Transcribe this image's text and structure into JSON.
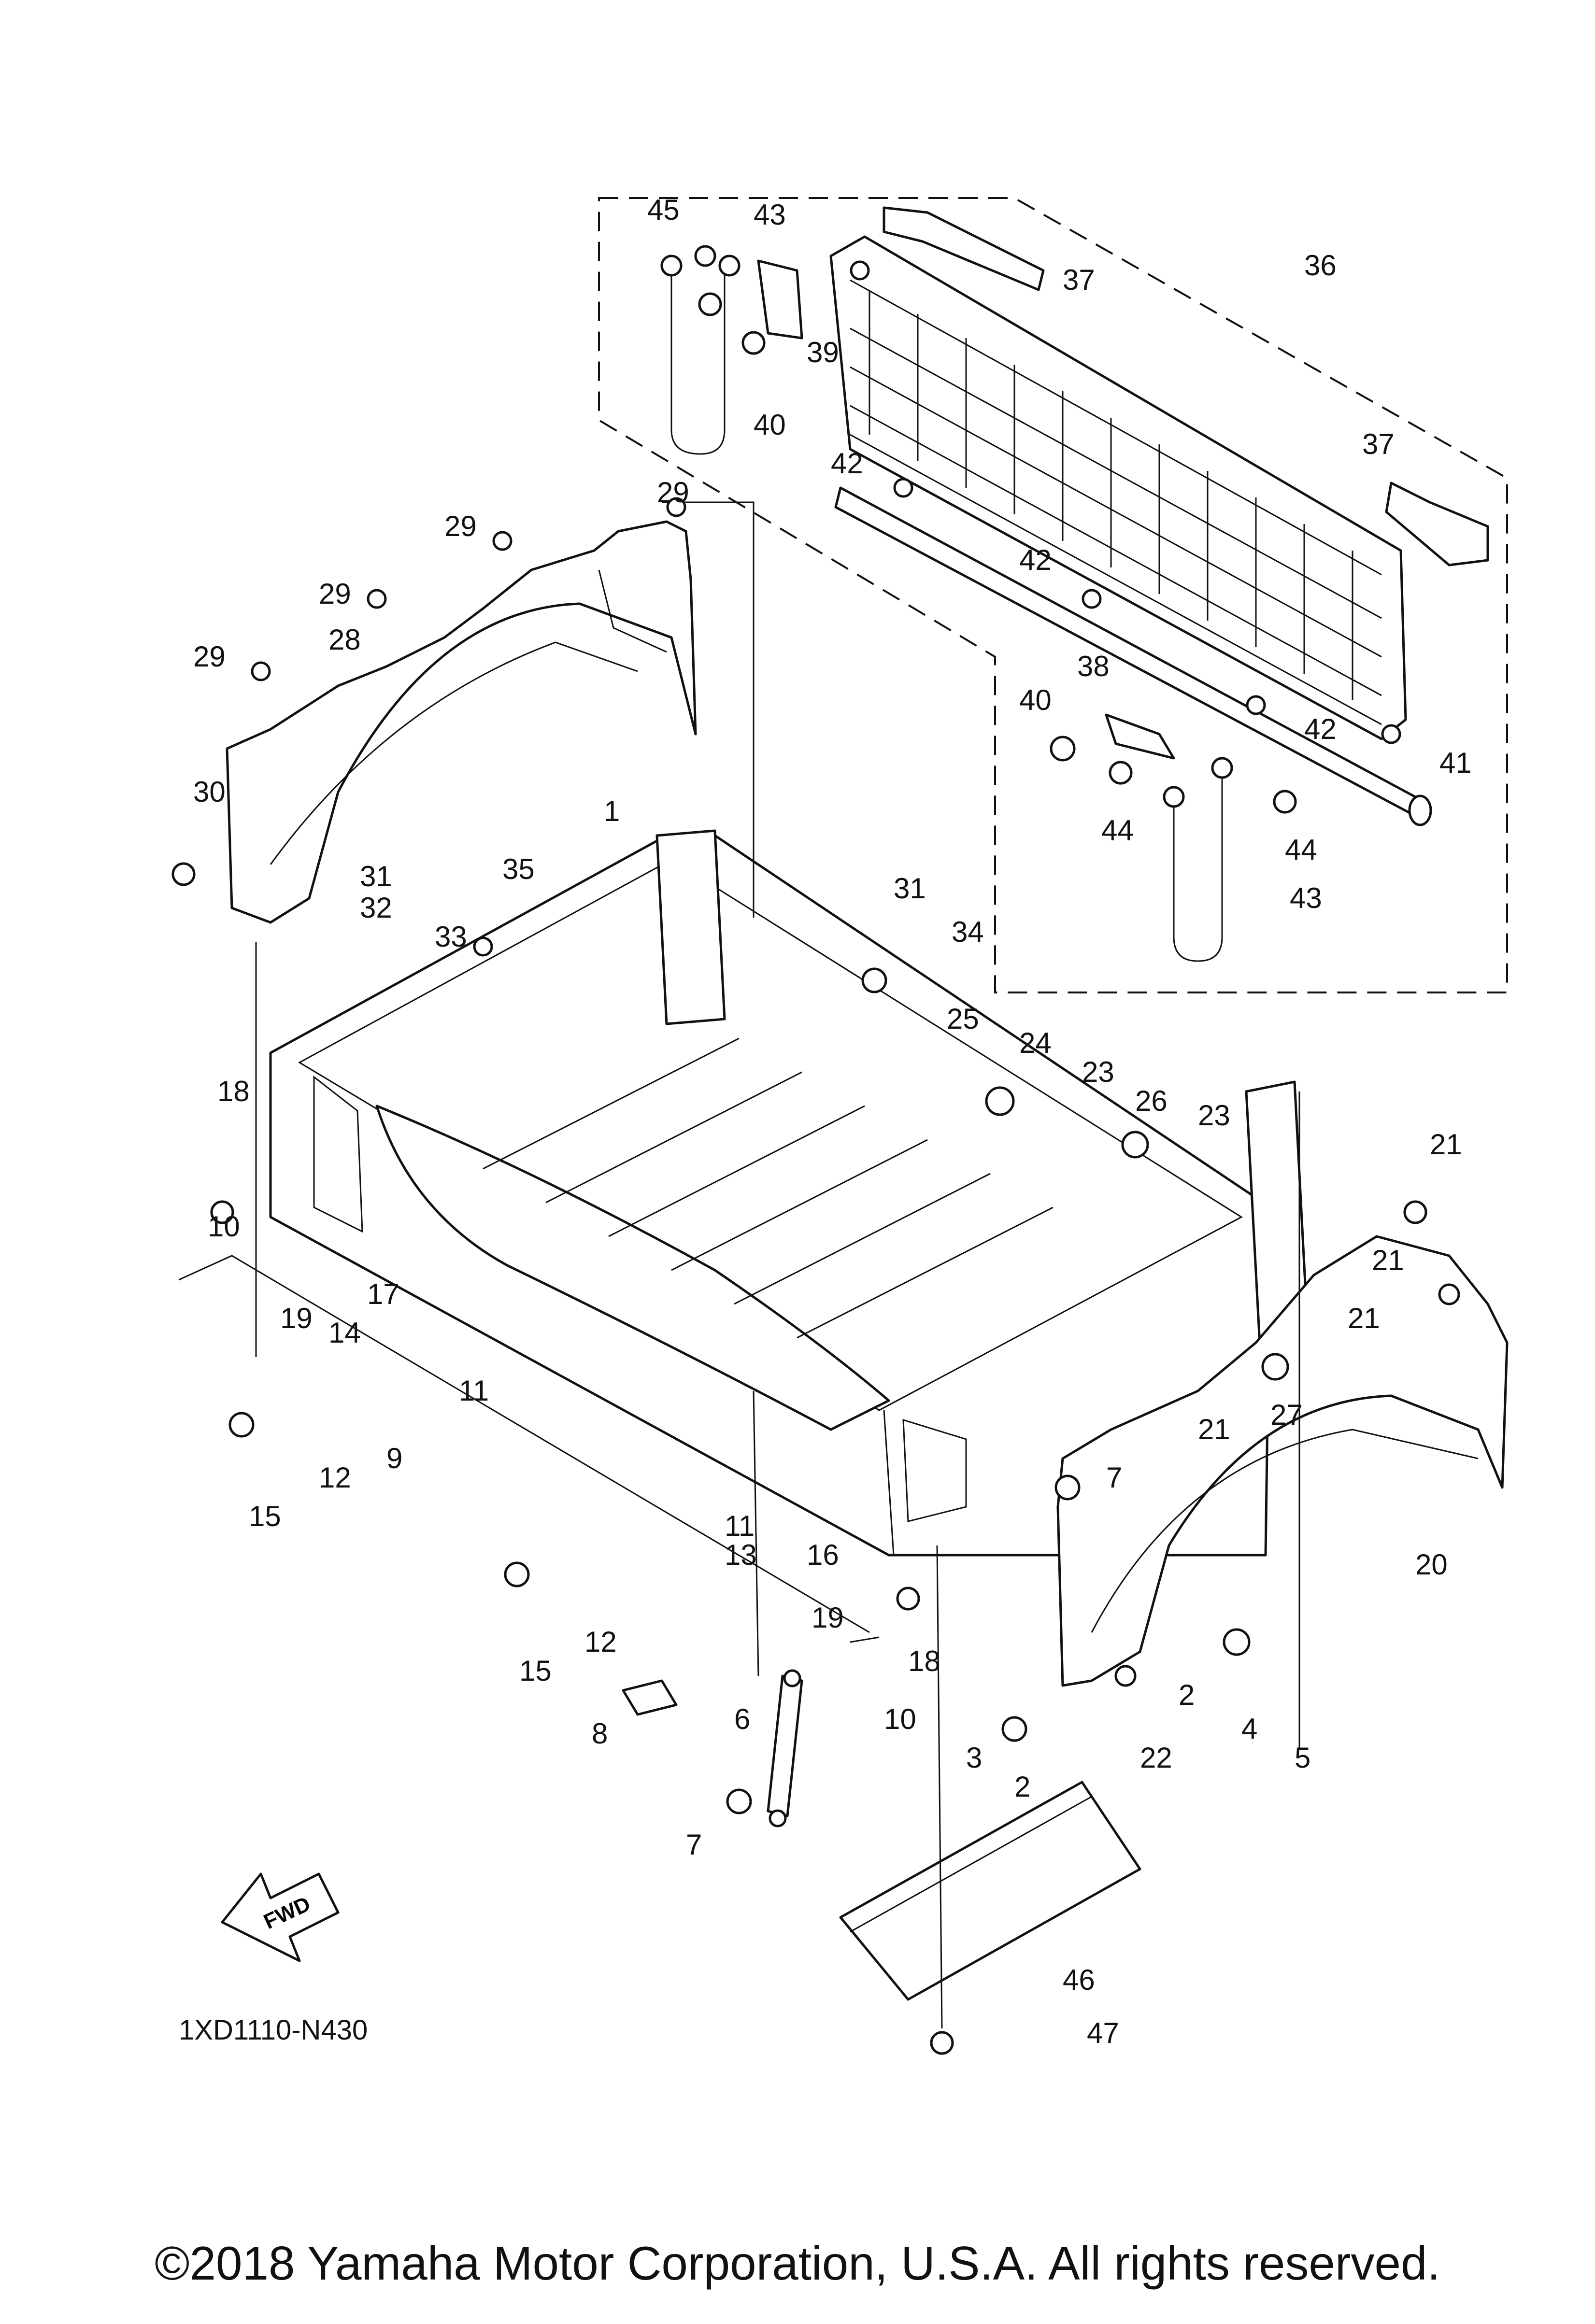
{
  "diagram": {
    "code": "1XD1110-N430",
    "copyright": "©2018 Yamaha Motor Corporation, U.S.A. All rights reserved.",
    "direction_arrow_label": "FWD"
  },
  "callouts": [
    "45",
    "43",
    "37",
    "36",
    "39",
    "40",
    "29",
    "29",
    "29",
    "42",
    "37",
    "29",
    "28",
    "42",
    "29",
    "38",
    "40",
    "42",
    "41",
    "30",
    "1",
    "44",
    "44",
    "43",
    "31",
    "35",
    "32",
    "33",
    "31",
    "34",
    "25",
    "24",
    "23",
    "26",
    "23",
    "18",
    "21",
    "10",
    "17",
    "21",
    "19",
    "14",
    "21",
    "11",
    "27",
    "21",
    "9",
    "12",
    "7",
    "15",
    "11",
    "13",
    "16",
    "20",
    "19",
    "15",
    "12",
    "18",
    "8",
    "10",
    "6",
    "3",
    "2",
    "22",
    "2",
    "4",
    "5",
    "7",
    "46",
    "47"
  ]
}
